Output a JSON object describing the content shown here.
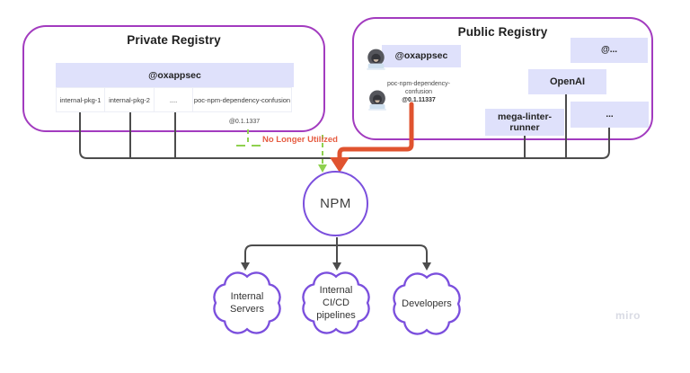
{
  "private_registry": {
    "title": "Private Registry",
    "scope": "@oxappsec",
    "packages": [
      "internal-pkg-1",
      "internal-pkg-2",
      "....",
      "poc-npm-dependency-confusion"
    ],
    "legacy_version": "@0.1.1337"
  },
  "public_registry": {
    "title": "Public Registry",
    "attacker_scope": "@oxappsec",
    "attacker_package_name": "poc-npm-dependency-confusion",
    "attacker_package_version": "@0.1.11337",
    "other_scope": "@...",
    "packages": [
      "OpenAI",
      "mega-linter-runner",
      "..."
    ]
  },
  "legend": {
    "no_longer_utilized_label": "No Longer Utilized"
  },
  "npm": {
    "label": "NPM"
  },
  "consumers": [
    "Internal Servers",
    "Internal CI/CD pipelines",
    "Developers"
  ],
  "watermark": "miro",
  "colors": {
    "registry_border": "#a23bbf",
    "node_border": "#7b4fdd",
    "package_fill": "#dfe1fb",
    "connector": "#4c4c4c",
    "attack_arrow": "#e0532f",
    "unused_dashed": "#8fd14f",
    "legend_text": "#e65c41"
  }
}
